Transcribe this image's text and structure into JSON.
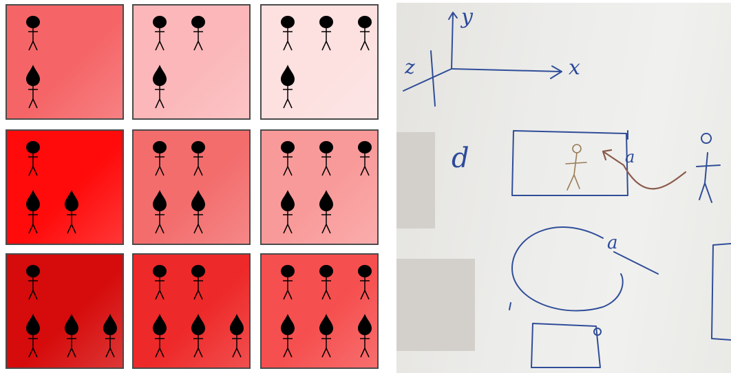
{
  "grid": {
    "rows": 3,
    "cols": 3,
    "cells": [
      {
        "color": "#f56567",
        "top_figures": 1,
        "bottom_figures": 1
      },
      {
        "color": "#fbb7b9",
        "top_figures": 2,
        "bottom_figures": 1
      },
      {
        "color": "#fde0e0",
        "top_figures": 3,
        "bottom_figures": 1
      },
      {
        "color": "#ff0b0b",
        "top_figures": 1,
        "bottom_figures": 2
      },
      {
        "color": "#f36d6d",
        "top_figures": 2,
        "bottom_figures": 2
      },
      {
        "color": "#f99a9a",
        "top_figures": 3,
        "bottom_figures": 2
      },
      {
        "color": "#d60b0b",
        "top_figures": 1,
        "bottom_figures": 3
      },
      {
        "color": "#ee2929",
        "top_figures": 2,
        "bottom_figures": 3
      },
      {
        "color": "#f64f4f",
        "top_figures": 3,
        "bottom_figures": 3
      }
    ],
    "figure_color": "#000000"
  },
  "whiteboard": {
    "labels": {
      "y_axis": "y",
      "x_axis": "x",
      "z_axis": "z",
      "d_label": "d",
      "a_label_rect": "a",
      "a_label_circle": "a"
    },
    "ink_color": "#2f4d98"
  }
}
